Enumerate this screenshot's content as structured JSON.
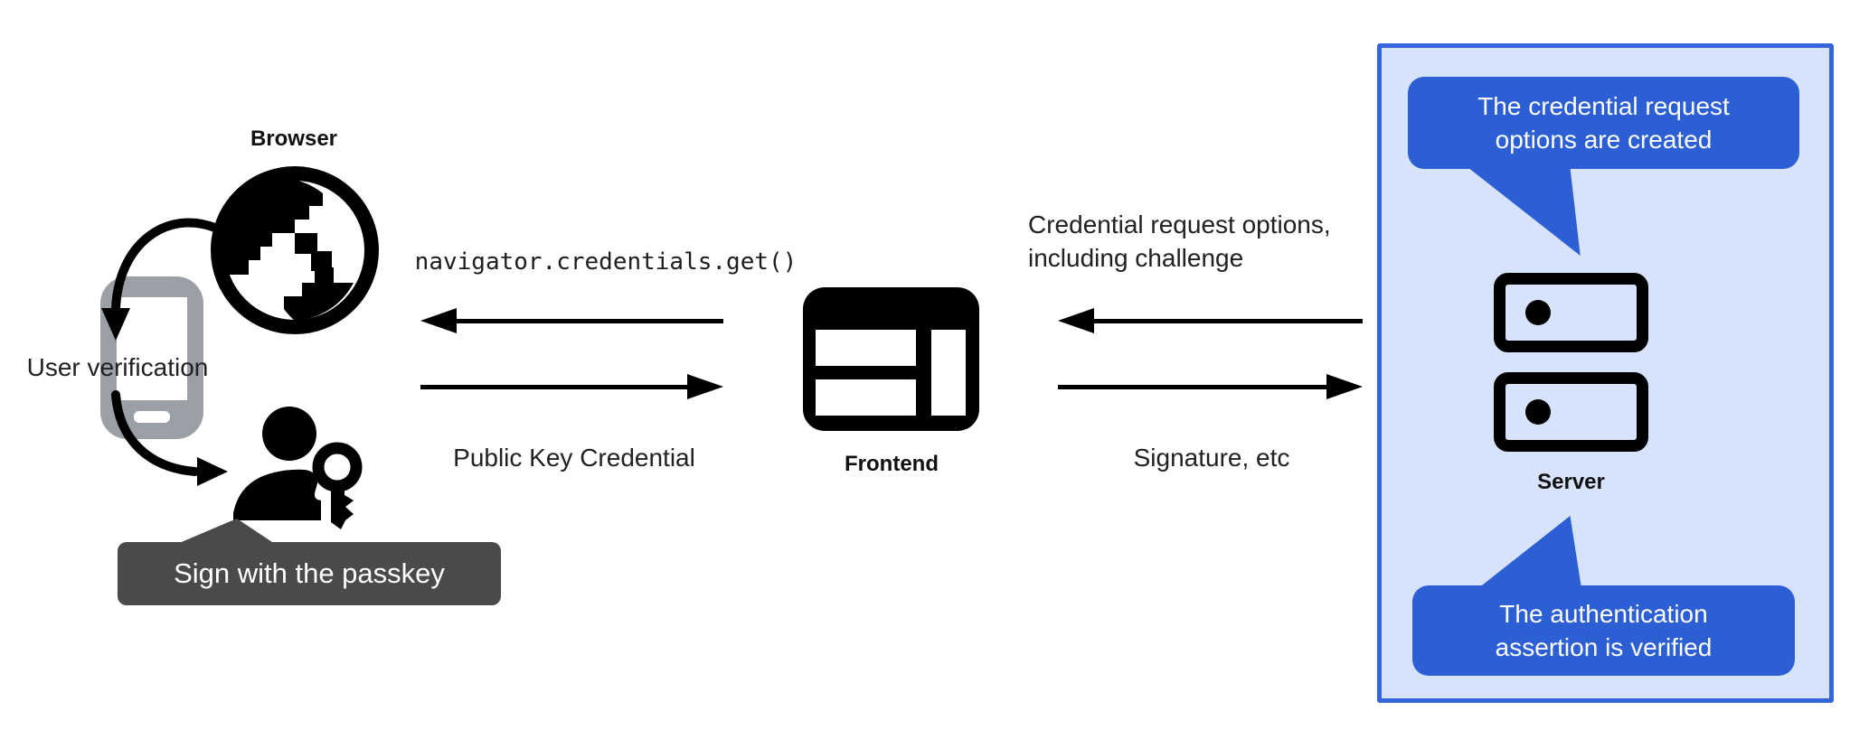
{
  "diagram": {
    "left": {
      "browser_label": "Browser",
      "user_verification_label": "User verification",
      "passkey_tooltip": "Sign with the passkey"
    },
    "middle": {
      "code_call": "navigator.credentials.get()",
      "public_key_credential_label": "Public Key Credential",
      "frontend_label": "Frontend"
    },
    "right": {
      "credential_request_line1": "Credential request options,",
      "credential_request_line2": "including challenge",
      "signature_label": "Signature, etc"
    },
    "server_panel": {
      "server_label": "Server",
      "top_bubble_line1": "The credential request",
      "top_bubble_line2": "options are created",
      "bottom_bubble_line1": "The authentication",
      "bottom_bubble_line2": "assertion is verified"
    }
  },
  "icons": {
    "globe-icon": "black globe with stepped continents",
    "phone-icon": "gray smartphone outline with home bar",
    "person-passkey-icon": "person silhouette with key",
    "frontend-window-icon": "black browser window layout",
    "server-icon": "two stacked server units with indicator dots",
    "curved-arrow-globe-to-phone": "curved black arrow pointing down",
    "curved-arrow-phone-to-user": "curved black arrow pointing right",
    "arrow-left": "straight black arrow pointing left",
    "arrow-right": "straight black arrow pointing right"
  },
  "colors": {
    "accent_blue": "#2d5fd4",
    "panel_bg": "#d7e2fb",
    "panel_border": "#3565d6",
    "tooltip_bg": "#4a4a4a",
    "phone_gray": "#9aa0a6",
    "ink": "#202124"
  }
}
